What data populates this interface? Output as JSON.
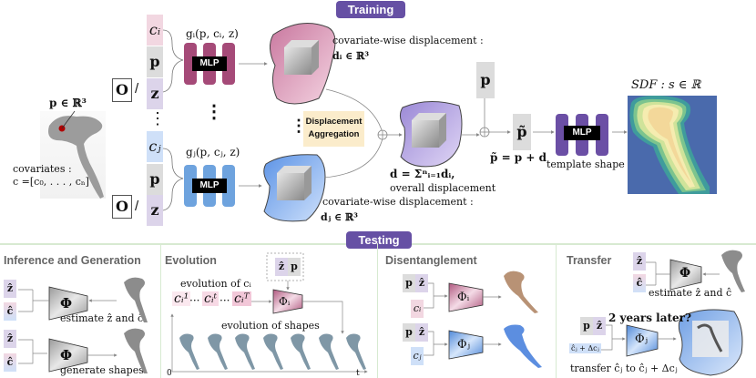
{
  "training": {
    "label": "Training",
    "point_label": "p ∈ ℝ³",
    "covariates_label": "covariates :",
    "covariates_eq": "c =[c₀, . . . , cₙ]",
    "tokens_top": [
      "cᵢ",
      "p",
      "z"
    ],
    "tokens_bottom": [
      "cⱼ",
      "p",
      "z"
    ],
    "o_label": "O",
    "slash": "/",
    "func_top": "gᵢ(p, cᵢ, z)",
    "func_bottom": "gⱼ(p, cⱼ, z)",
    "mlp_label": "MLP",
    "disp_top_text": "covariate-wise displacement :",
    "disp_top_eq": "dᵢ ∈ ℝ³",
    "disp_bottom_text": "covariate-wise displacement :",
    "disp_bottom_eq": "dⱼ ∈ ℝ³",
    "aggregation_line1": "Displacement",
    "aggregation_line2": "Aggregation",
    "overall_eq": "d = Σⁿᵢ₌₁dᵢ,",
    "overall_text": "overall displacement",
    "p_token": "p",
    "p_tilde": "p̃",
    "p_tilde_eq": "p̃ = p + d",
    "template_label": "template shape 𝒯",
    "sdf_label": "SDF : s ∈ ℝ",
    "vertical_dots": "⋮"
  },
  "testing": {
    "label": "Testing",
    "panels": {
      "inference": {
        "title": "Inference and Generation",
        "z_hat": "ẑ",
        "c_hat": "ĉ",
        "phi": "Φ",
        "estimate_label": "estimate ẑ and ĉ",
        "generate_label": "generate shapes"
      },
      "evolution": {
        "title": "Evolution",
        "z_hat": "ẑ",
        "p": "p",
        "evolution_of_c": "evolution of cᵢ",
        "seq": [
          "cᵢ¹",
          "···",
          "cᵢᵗ",
          "···",
          "cᵢᵀ"
        ],
        "phi_i": "Φᵢ",
        "evolution_of_shapes": "evolution of shapes",
        "axis_origin": "0",
        "axis_end": "t",
        "shape_count": 7
      },
      "disentanglement": {
        "title": "Disentanglement",
        "p": "p",
        "z_hat": "ẑ",
        "c_i": "cᵢ",
        "c_j": "cⱼ",
        "phi_i": "Φᵢ",
        "phi_j": "Φⱼ"
      },
      "transfer": {
        "title": "Transfer",
        "z_hat": "ẑ",
        "c_hat": "ĉ",
        "phi": "Φ",
        "estimate_label": "estimate ẑ and ĉ",
        "question": "2 years later?",
        "p": "p",
        "delta_input": "ĉⱼ + Δcⱼ",
        "phi_j": "Φⱼ",
        "transfer_label": "transfer ĉⱼ to ĉⱼ + Δcⱼ"
      }
    }
  },
  "colors": {
    "pill": "#6650a4",
    "mlp_top": "#a54a78",
    "mlp_bottom": "#6ea3de",
    "mlp_template": "#6b4fa5",
    "panel_border": "#d7ead1",
    "aggregation_bg": "#fbeccb"
  }
}
